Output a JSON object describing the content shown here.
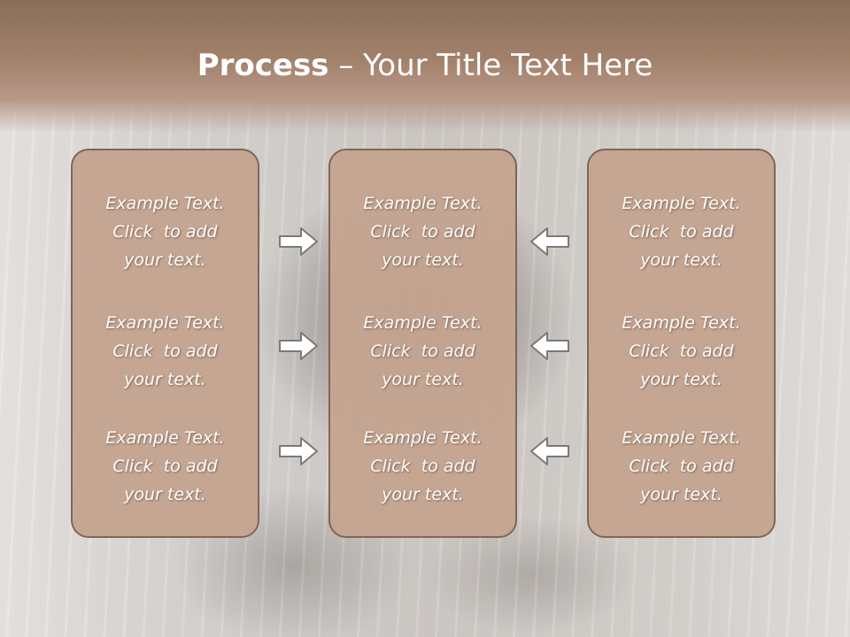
{
  "slide": {
    "title_bold": "Process",
    "title_rest": " – Your Title Text Here"
  },
  "columns": [
    {
      "items": [
        [
          "Example Text.",
          "Click  to add",
          "your text."
        ],
        [
          "Example Text.",
          "Click  to add",
          "your text."
        ],
        [
          "Example Text.",
          "Click  to add",
          "your text."
        ]
      ]
    },
    {
      "items": [
        [
          "Example Text.",
          "Click  to add",
          "your text."
        ],
        [
          "Example Text.",
          "Click  to add",
          "your text."
        ],
        [
          "Example Text.",
          "Click  to add",
          "your text."
        ]
      ]
    },
    {
      "items": [
        [
          "Example Text.",
          "Click  to add",
          "your text."
        ],
        [
          "Example Text.",
          "Click  to add",
          "your text."
        ],
        [
          "Example Text.",
          "Click  to add",
          "your text."
        ]
      ]
    }
  ],
  "arrows": {
    "left_group": "arrow-right-icon",
    "right_group": "arrow-left-icon"
  },
  "colors": {
    "header": "#a2816a",
    "box_fill": "#c5a591",
    "box_border": "#7d6253",
    "text": "#ffffff"
  }
}
